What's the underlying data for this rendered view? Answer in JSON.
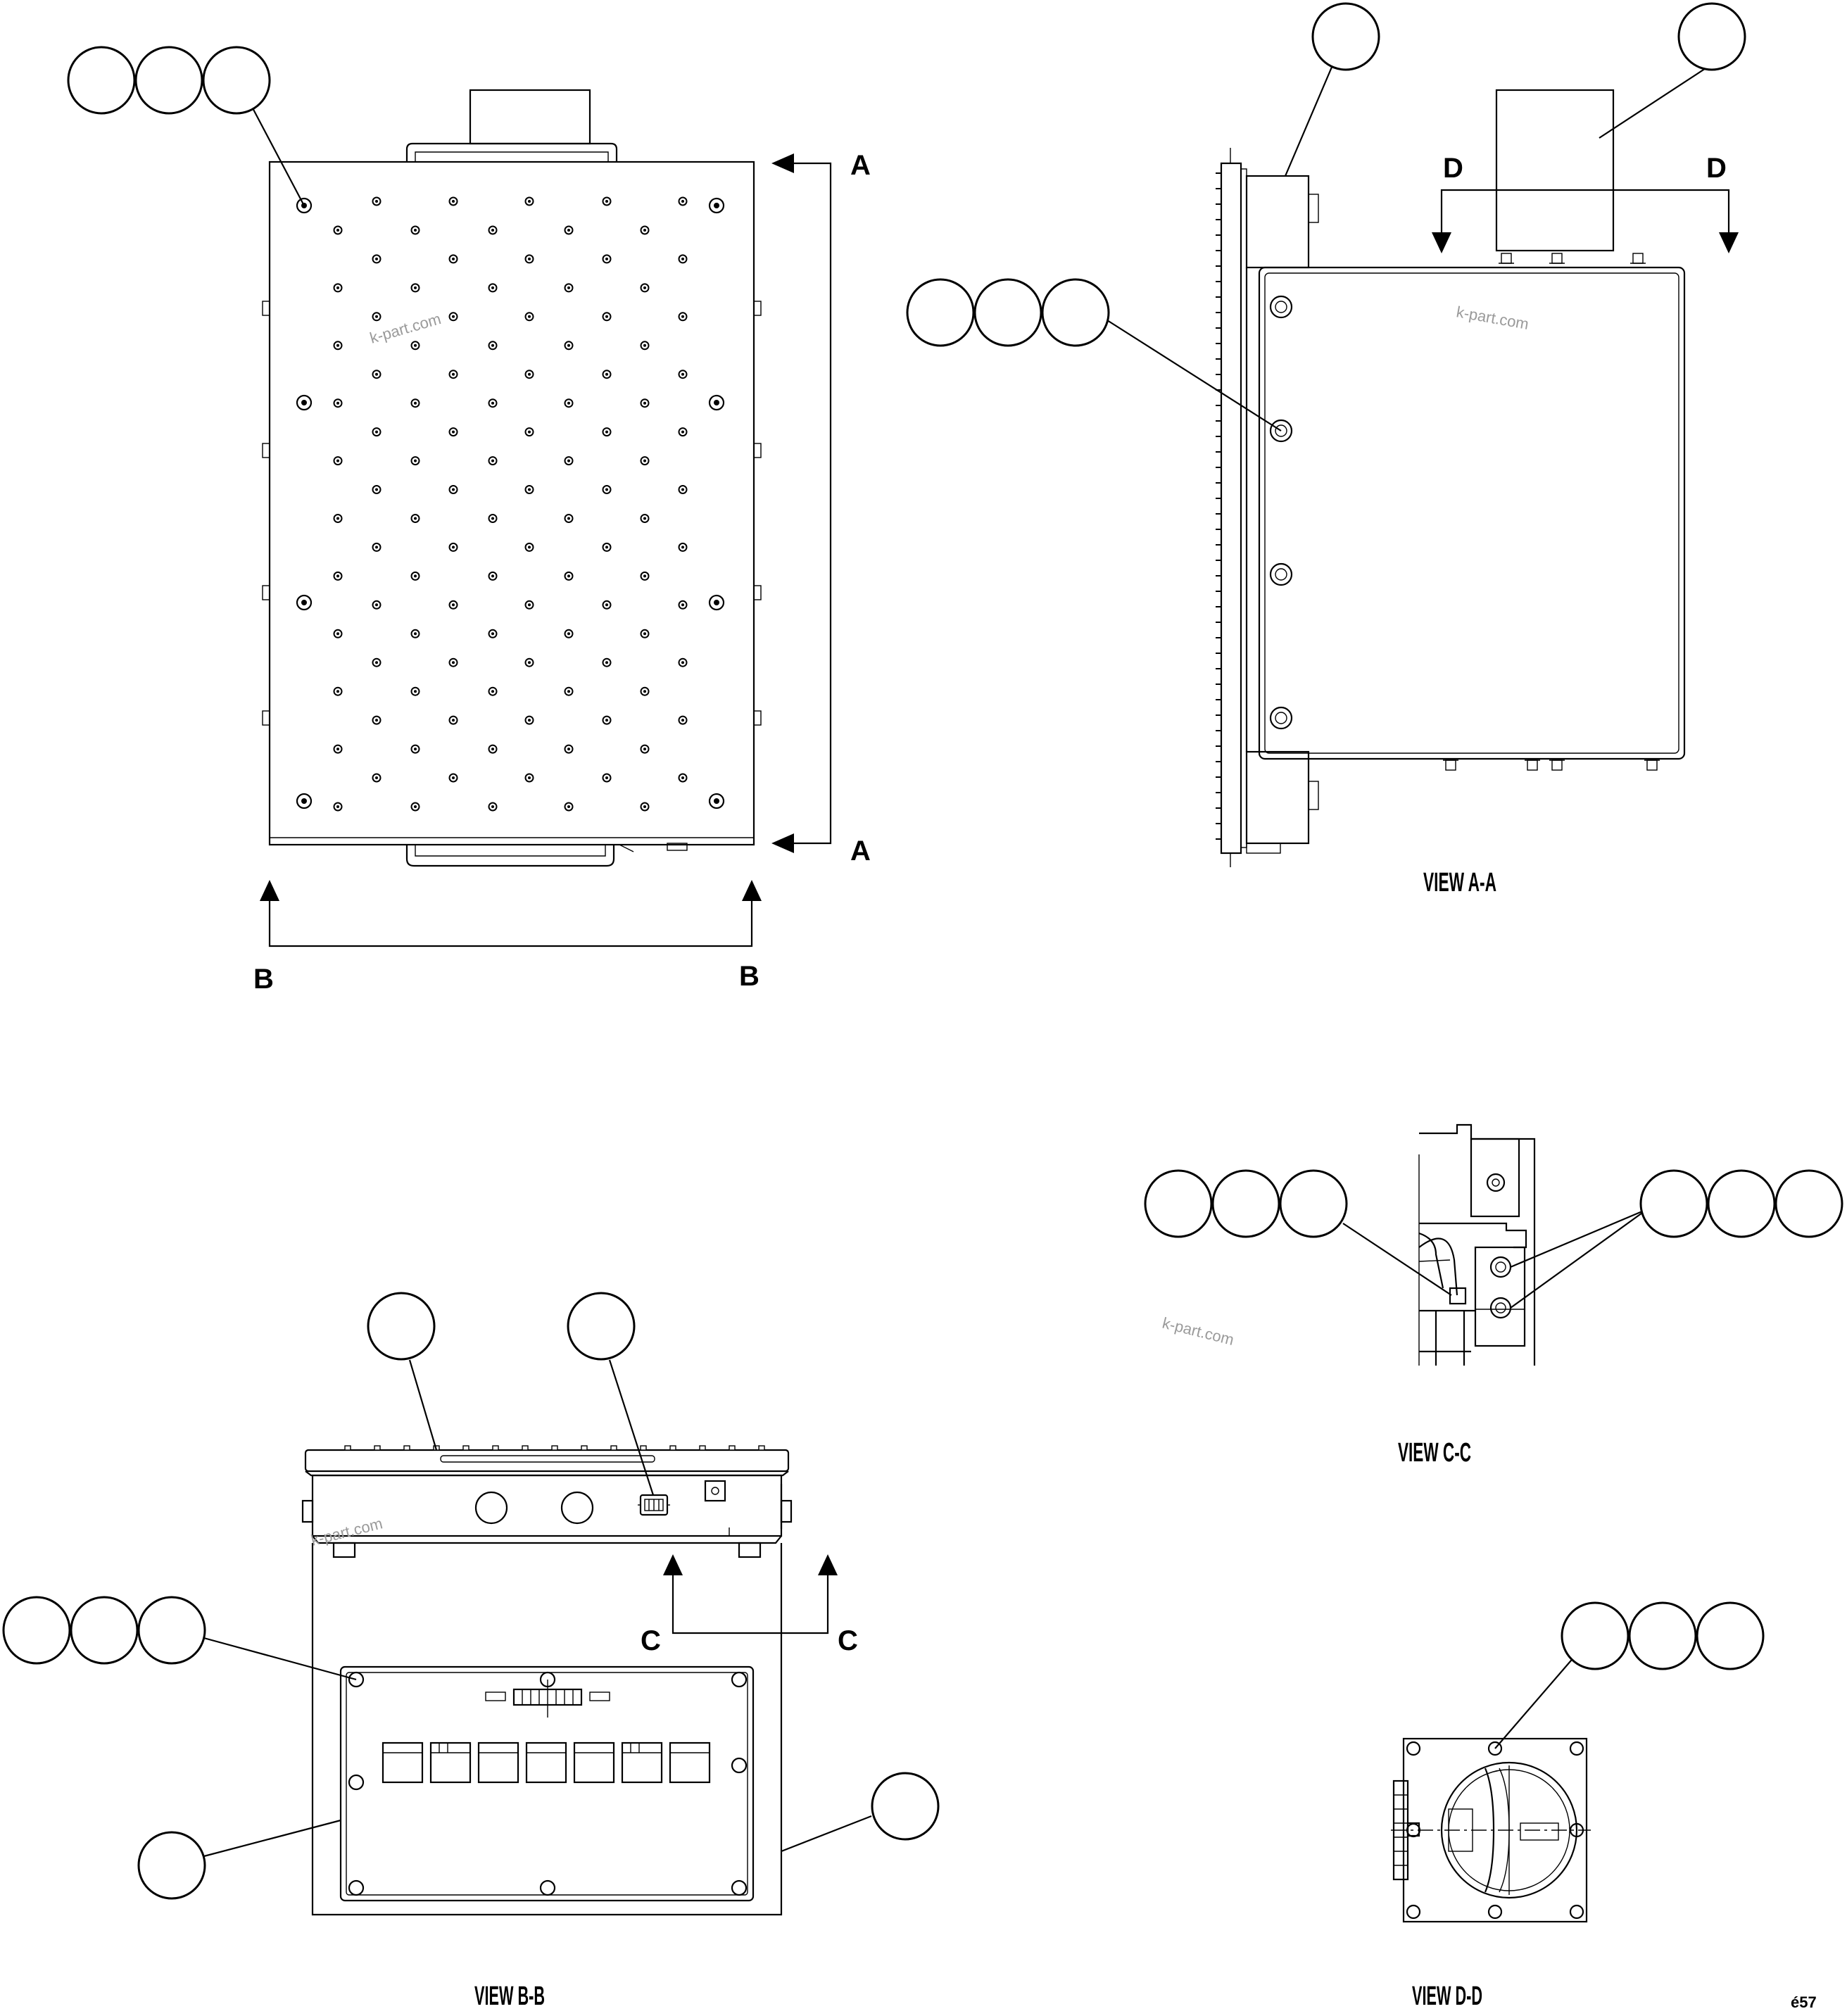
{
  "section_labels": {
    "a_top": "A",
    "a_bottom": "A",
    "b_left": "B",
    "b_right": "B",
    "c_left": "C",
    "c_right": "C",
    "d_left": "D",
    "d_right": "D"
  },
  "view_titles": {
    "view_a": "VIEW A-A",
    "view_b": "VIEW B-B",
    "view_c": "VIEW C-C",
    "view_d": "VIEW D-D"
  },
  "watermark": "k-part.com",
  "page_code": "é57"
}
